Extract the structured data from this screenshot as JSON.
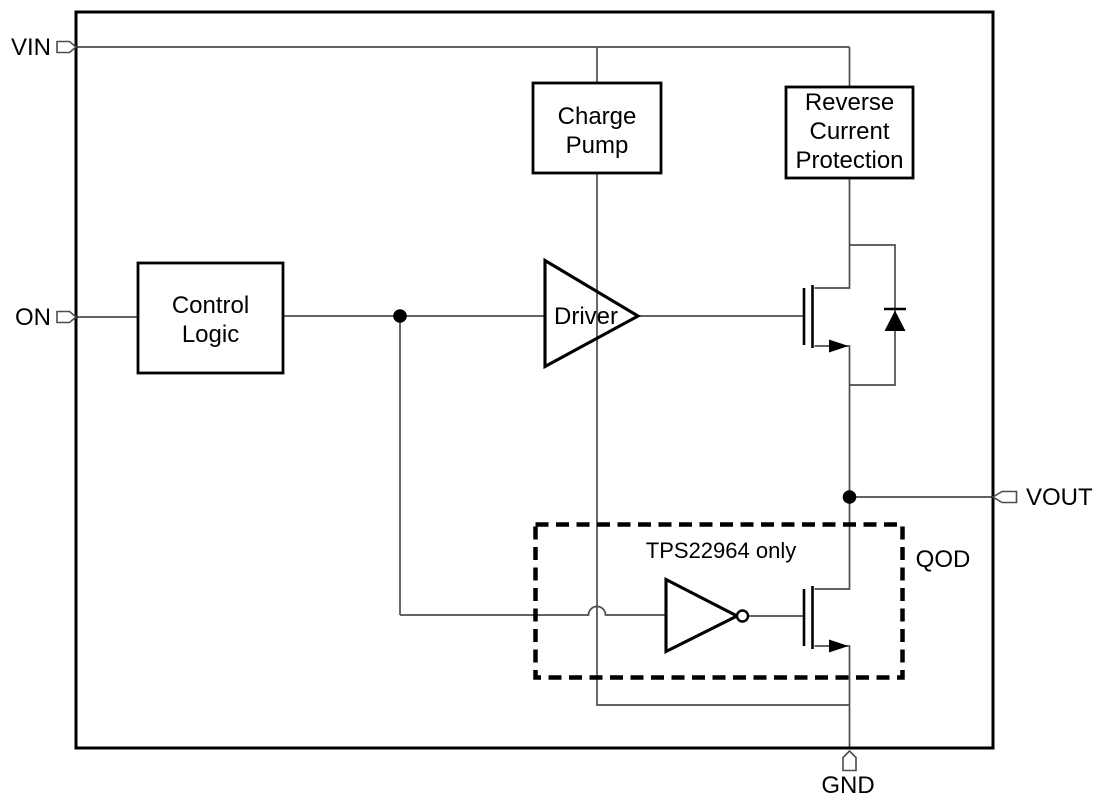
{
  "diagram": {
    "type": "block-diagram",
    "subject": "load switch functional block diagram",
    "pins": {
      "vin": "VIN",
      "on": "ON",
      "vout": "VOUT",
      "gnd": "GND"
    },
    "blocks": {
      "control_logic": {
        "line1": "Control",
        "line2": "Logic"
      },
      "charge_pump": {
        "line1": "Charge",
        "line2": "Pump"
      },
      "reverse_current_protection": {
        "line1": "Reverse",
        "line2": "Current",
        "line3": "Protection"
      },
      "driver": {
        "label": "Driver"
      }
    },
    "annotations": {
      "qod_box_note": "TPS22964 only",
      "qod_label": "QOD"
    },
    "colors": {
      "background": "#ffffff",
      "wire": "#4d4d4d",
      "outline": "#000000",
      "text": "#000000"
    }
  }
}
